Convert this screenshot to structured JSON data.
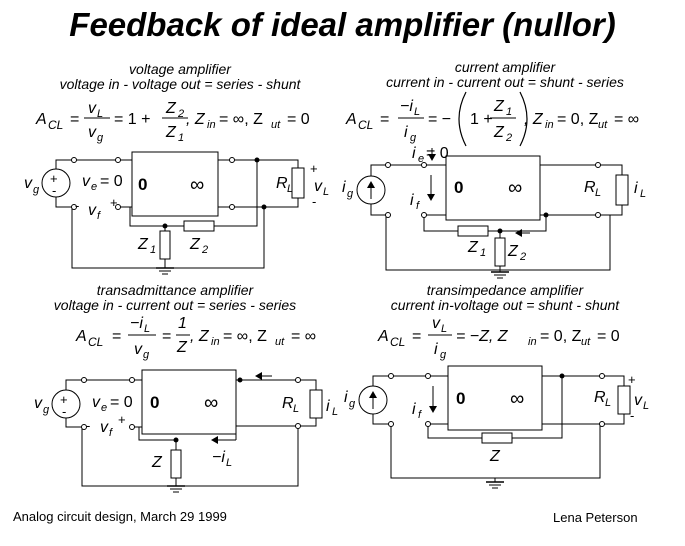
{
  "title": "Feedback of ideal amplifier (nullor)",
  "footer": {
    "left": "Analog circuit design, March 29 1999",
    "right": "Lena Peterson"
  },
  "panels": [
    {
      "heading": "voltage amplifier",
      "subheading": "voltage in - voltage out = series - shunt",
      "formula": {
        "lhs": "A",
        "lhs_sub": "CL",
        "num": "v",
        "num_sub": "L",
        "den": "v",
        "den_sub": "g",
        "rhs1": "= 1 +",
        "frac2_num": "Z",
        "frac2_num_sub": "2",
        "frac2_den": "Z",
        "frac2_den_sub": "1",
        "tail": ", Z",
        "tail_sub1": "in",
        "tail_mid": "= ∞, Z",
        "tail_sub2": "ut",
        "tail_end": "= 0"
      },
      "labels": {
        "source": "v",
        "source_sub": "g",
        "ve": "v",
        "ve_sub": "e",
        "ve_val": "= 0",
        "vf": "v",
        "vf_sub": "f",
        "zero": "0",
        "inf": "∞",
        "load": "R",
        "load_sub": "L",
        "out": "v",
        "out_sub": "L",
        "z1": "Z",
        "z1_sub": "1",
        "z2": "Z",
        "z2_sub": "2",
        "plus": "+",
        "minus": "-"
      }
    },
    {
      "heading": "current amplifier",
      "subheading": "current in - current out = shunt - series",
      "formula": {
        "lhs": "A",
        "lhs_sub": "CL",
        "num": "−i",
        "num_sub": "L",
        "den": "i",
        "den_sub": "g",
        "rhs1": "= −",
        "inner": "1 +",
        "frac2_num": "Z",
        "frac2_num_sub": "1",
        "frac2_den": "Z",
        "frac2_den_sub": "2",
        "tail": ", Z",
        "tail_sub1": "in",
        "tail_mid": "= 0, Z",
        "tail_sub2": "ut",
        "tail_end": "= ∞"
      },
      "labels": {
        "ie": "i",
        "ie_sub": "e",
        "ie_val": "= 0",
        "source": "i",
        "source_sub": "g",
        "if": "i",
        "if_sub": "f",
        "zero": "0",
        "inf": "∞",
        "load": "R",
        "load_sub": "L",
        "out": "i",
        "out_sub": "L",
        "z1": "Z",
        "z1_sub": "1",
        "z2": "Z",
        "z2_sub": "2"
      }
    },
    {
      "heading": "transadmittance amplifier",
      "subheading": "voltage in - current out = series - series",
      "formula": {
        "lhs": "A",
        "lhs_sub": "CL",
        "num": "−i",
        "num_sub": "L",
        "den": "v",
        "den_sub": "g",
        "rhs1": "=",
        "frac2_num": "1",
        "frac2_den": "Z",
        "tail": ", Z",
        "tail_sub1": "in",
        "tail_mid": "= ∞, Z",
        "tail_sub2": "ut",
        "tail_end": "= ∞"
      },
      "labels": {
        "source": "v",
        "source_sub": "g",
        "ve": "v",
        "ve_sub": "e",
        "ve_val": "= 0",
        "vf": "v",
        "vf_sub": "f",
        "zero": "0",
        "inf": "∞",
        "load": "R",
        "load_sub": "L",
        "out": "i",
        "out_sub": "L",
        "z": "Z",
        "il_arrow": "−i",
        "il_arrow_sub": "L",
        "plus": "+",
        "minus": "-"
      }
    },
    {
      "heading": "transimpedance amplifier",
      "subheading": "current in-voltage out = shunt - shunt",
      "formula": {
        "lhs": "A",
        "lhs_sub": "CL",
        "num": "v",
        "num_sub": "L",
        "den": "i",
        "den_sub": "g",
        "rhs1": "= −Z, Z",
        "tail_sub1": "in",
        "tail_mid": "= 0, Z",
        "tail_sub2": "ut",
        "tail_end": "= 0"
      },
      "labels": {
        "source": "i",
        "source_sub": "g",
        "if": "i",
        "if_sub": "f",
        "zero": "0",
        "inf": "∞",
        "load": "R",
        "load_sub": "L",
        "out": "v",
        "out_sub": "L",
        "z": "Z",
        "plus": "+",
        "minus": "-"
      }
    }
  ]
}
